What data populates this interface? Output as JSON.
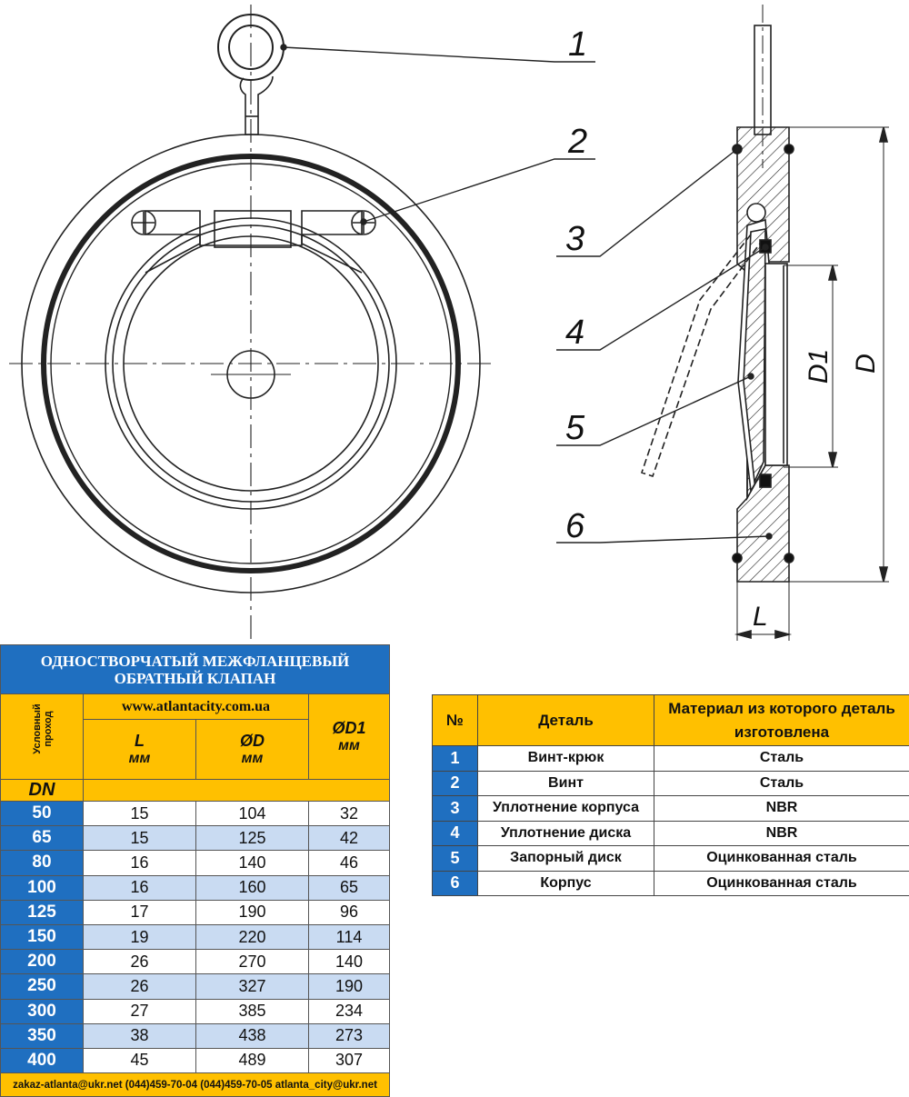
{
  "callouts": [
    "1",
    "2",
    "3",
    "4",
    "5",
    "6"
  ],
  "dimensions": {
    "D": "D",
    "D1": "D1",
    "L": "L"
  },
  "dims_table": {
    "title_line1": "ОДНОСТВОРЧАТЫЙ МЕЖФЛАНЦЕВЫЙ",
    "title_line2": "ОБРАТНЫЙ КЛАПАН",
    "dn_label_line1": "Условный",
    "dn_label_line2": "проход",
    "dn_symbol": "DN",
    "website": "www.atlantacity.com.ua",
    "col_L": "L",
    "col_D": "ØD",
    "col_D1": "ØD1",
    "unit": "мм",
    "rows": [
      {
        "dn": "50",
        "L": "15",
        "D": "104",
        "D1": "32"
      },
      {
        "dn": "65",
        "L": "15",
        "D": "125",
        "D1": "42"
      },
      {
        "dn": "80",
        "L": "16",
        "D": "140",
        "D1": "46"
      },
      {
        "dn": "100",
        "L": "16",
        "D": "160",
        "D1": "65"
      },
      {
        "dn": "125",
        "L": "17",
        "D": "190",
        "D1": "96"
      },
      {
        "dn": "150",
        "L": "19",
        "D": "220",
        "D1": "114"
      },
      {
        "dn": "200",
        "L": "26",
        "D": "270",
        "D1": "140"
      },
      {
        "dn": "250",
        "L": "26",
        "D": "327",
        "D1": "190"
      },
      {
        "dn": "300",
        "L": "27",
        "D": "385",
        "D1": "234"
      },
      {
        "dn": "350",
        "L": "38",
        "D": "438",
        "D1": "273"
      },
      {
        "dn": "400",
        "L": "45",
        "D": "489",
        "D1": "307"
      }
    ],
    "footer": "zakaz-atlanta@ukr.net (044)459-70-04 (044)459-70-05 atlanta_city@ukr.net"
  },
  "parts_table": {
    "col_num": "№",
    "col_part": "Деталь",
    "col_material": "Материал из которого деталь изготовлена",
    "rows": [
      {
        "num": "1",
        "part": "Винт-крюк",
        "material": "Сталь"
      },
      {
        "num": "2",
        "part": "Винт",
        "material": "Сталь"
      },
      {
        "num": "3",
        "part": "Уплотнение корпуса",
        "material": "NBR"
      },
      {
        "num": "4",
        "part": "Уплотнение диска",
        "material": "NBR"
      },
      {
        "num": "5",
        "part": "Запорный диск",
        "material": "Оцинкованная сталь"
      },
      {
        "num": "6",
        "part": "Корпус",
        "material": "Оцинкованная сталь"
      }
    ]
  },
  "colors": {
    "blue": "#1f6fc0",
    "yellow": "#ffc000",
    "light_blue": "#c9dbf2"
  }
}
